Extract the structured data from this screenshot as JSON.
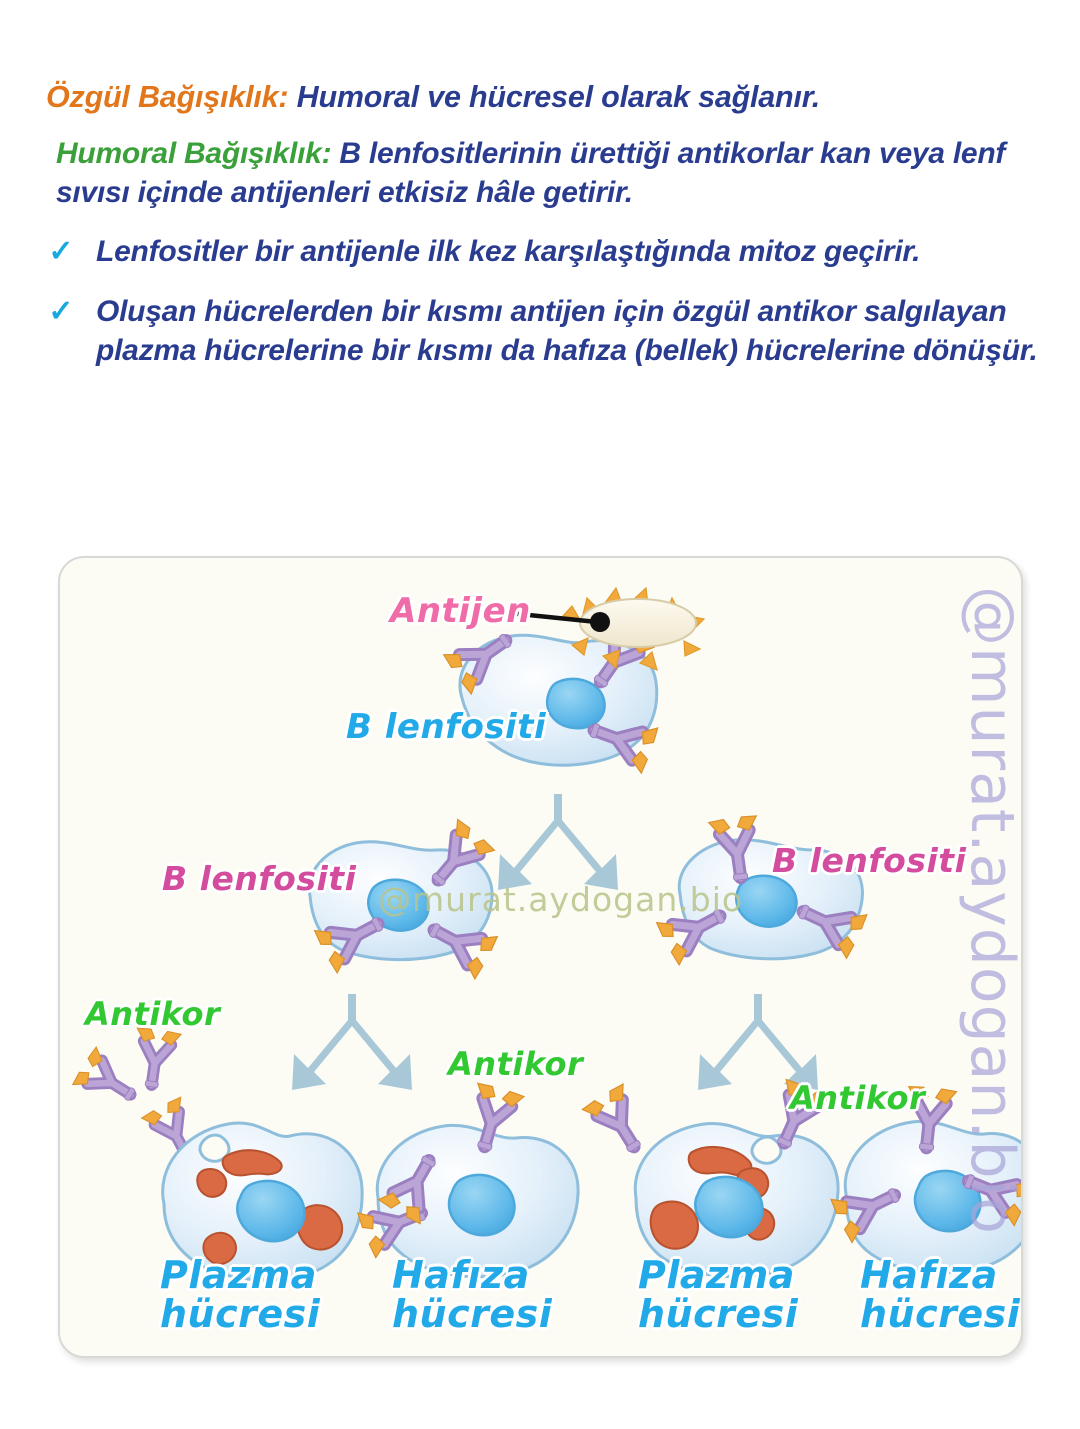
{
  "lesson": {
    "heading1": {
      "key": "Özgül Bağışıklık:",
      "value": " Humoral ve hücresel olarak sağlanır."
    },
    "heading2": {
      "key": "Humoral Bağışıklık:",
      "value": " B lenfositlerinin ürettiği antikorlar kan veya lenf sıvısı içinde antijenleri etkisiz hâle getirir."
    },
    "bullet_mark": "✓",
    "bullets": [
      "Lenfositler bir antijenle ilk kez karşılaştığında mitoz geçirir.",
      "Oluşan hücrelerden bir kısmı antijen için özgül antikor salgılayan plazma hücrelerine bir kısmı da hafıza (bellek) hücrelerine dönüşür."
    ]
  },
  "diagram": {
    "watermark_vertical": "@murat.aydogan.bio",
    "watermark_horizontal": "@murat.aydogan.bio",
    "labels": {
      "antigen": "Antijen",
      "b_lymphocyte_top": "B lenfositi",
      "b_lymphocyte_left": "B lenfositi",
      "b_lymphocyte_right": "B lenfositi",
      "antibody_left": "Antikor",
      "antibody_mid": "Antikor",
      "antibody_right": "Antikor",
      "plasma_cell_1_l1": "Plazma",
      "plasma_cell_1_l2": "hücresi",
      "memory_cell_1_l1": "Hafıza",
      "memory_cell_1_l2": "hücresi",
      "plasma_cell_2_l1": "Plazma",
      "plasma_cell_2_l2": "hücresi",
      "memory_cell_2_l1": "Hafıza",
      "memory_cell_2_l2": "hücresi"
    },
    "colors": {
      "heading_orange": "#E2761B",
      "heading_green": "#3AA03A",
      "body_navy": "#2A3C8F",
      "tick_cyan": "#17A9E0",
      "label_cyan": "#21A9E8",
      "label_pink": "#F06CA8",
      "label_magenta": "#D44C9E",
      "label_green": "#32C832",
      "cell_fill": "#DCEBF8",
      "cell_stroke": "#8FBEDC",
      "nucleus_fill": "#5BB6E8",
      "antibody_purple": "#A88CC8",
      "antibody_orange": "#F2A93B",
      "antigen_body": "#F5EFDC",
      "er_orange": "#D96A43",
      "arrow_blue": "#A8C8D8",
      "card_bg": "#FCFCF5",
      "card_border": "#D8D8D4",
      "watermark_purple": "#A9A5D8",
      "watermark_olive": "#B9C48A"
    }
  }
}
